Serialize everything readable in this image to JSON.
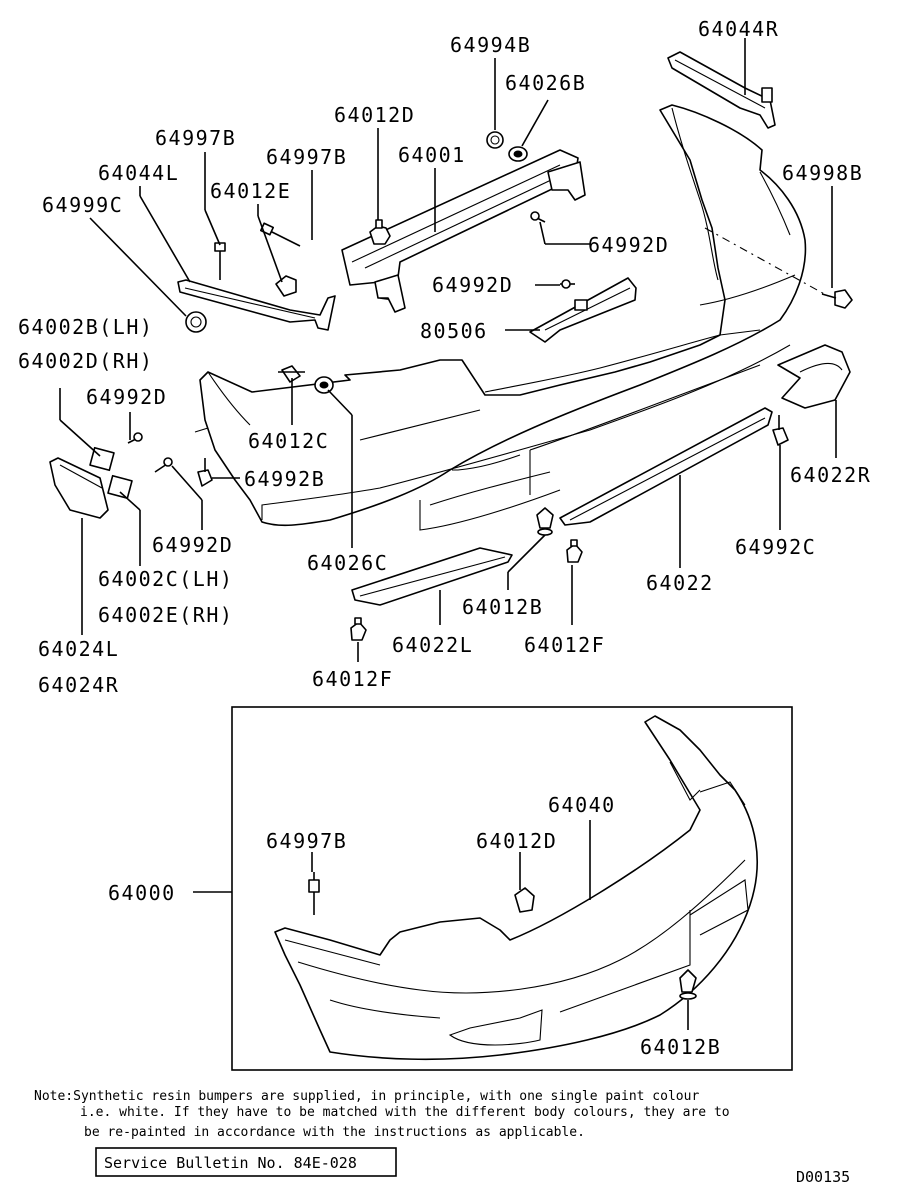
{
  "diagram": {
    "parts": {
      "p64044R": "64044R",
      "p64994B": "64994B",
      "p64026B": "64026B",
      "p64012D_top": "64012D",
      "p64001": "64001",
      "p64997B_left": "64997B",
      "p64997B_mid": "64997B",
      "p64044L": "64044L",
      "p64012E": "64012E",
      "p64998B": "64998B",
      "p64999C": "64999C",
      "p64992D_a": "64992D",
      "p64992D_b": "64992D",
      "p80506": "80506",
      "p64002B": "64002B(LH)",
      "p64002D": "64002D(RH)",
      "p64992D_c": "64992D",
      "p64012C": "64012C",
      "p64992B": "64992B",
      "p64022R": "64022R",
      "p64992D_d": "64992D",
      "p64992C": "64992C",
      "p64026C": "64026C",
      "p64002C": "64002C(LH)",
      "p64022": "64022",
      "p64002E": "64002E(RH)",
      "p64012B_top": "64012B",
      "p64024L": "64024L",
      "p64022L": "64022L",
      "p64012F_right": "64012F",
      "p64024R": "64024R",
      "p64012F_left": "64012F",
      "inset_64040": "64040",
      "inset_64997B": "64997B",
      "inset_64012D": "64012D",
      "inset_64000": "64000",
      "inset_64012B": "64012B"
    },
    "note_line1": "Note:Synthetic resin bumpers are supplied, in principle, with one single paint colour",
    "note_line2": "i.e. white. If they have to be matched with the different body colours, they are to",
    "note_line3": "be re-painted in accordance with the instructions as applicable.",
    "service_bulletin": "Service Bulletin No. 84E-028",
    "drawing_code": "D00135"
  }
}
